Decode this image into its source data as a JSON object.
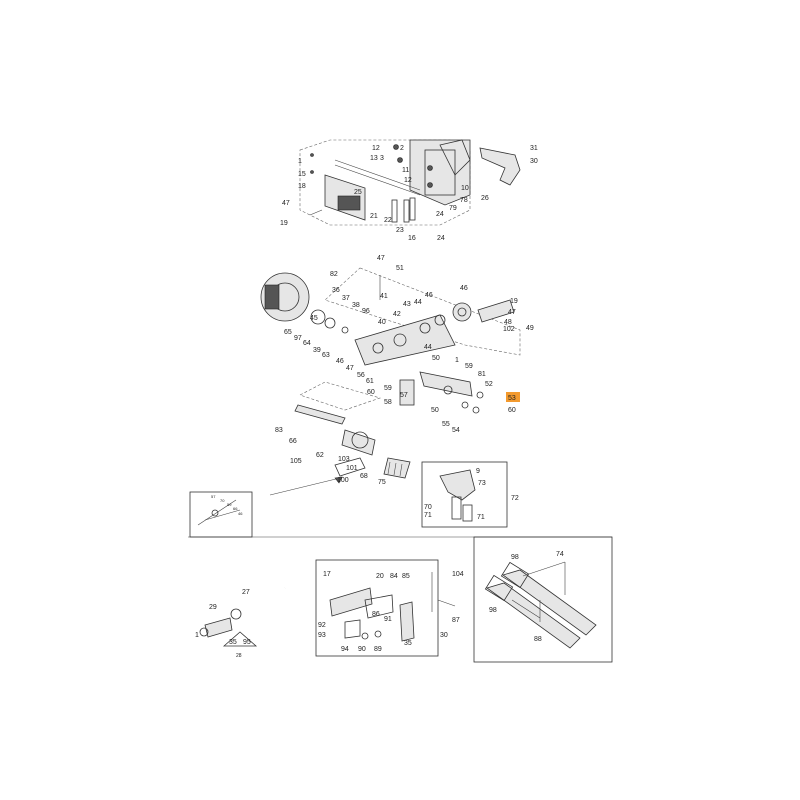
{
  "highlight_color": "#f39a2e",
  "labels": {
    "l1a": "1",
    "l1b": "1",
    "l1c": "1",
    "l2": "2",
    "l3": "3",
    "l9": "9",
    "l10": "10",
    "l11": "11",
    "l12a": "12",
    "l12b": "12",
    "l13": "13",
    "l15": "15",
    "l16": "16",
    "l17": "17",
    "l18": "18",
    "l19a": "19",
    "l19b": "19",
    "l20": "20",
    "l21": "21",
    "l22": "22",
    "l23": "23",
    "l24a": "24",
    "l24b": "24",
    "l25": "25",
    "l26": "26",
    "l27": "27",
    "l29": "29",
    "l30a": "30",
    "l30b": "30",
    "l31": "31",
    "l35a": "35",
    "l35b": "35",
    "l36": "36",
    "l37": "37",
    "l38": "38",
    "l39": "39",
    "l40": "40",
    "l41": "41",
    "l42": "42",
    "l43": "43",
    "l44a": "44",
    "l44b": "44",
    "l45": "45",
    "l46a": "46",
    "l46b": "46",
    "l47a": "47",
    "l47b": "47",
    "l47c": "47",
    "l47d": "47",
    "l48": "48",
    "l49": "49",
    "l50a": "50",
    "l50b": "50",
    "l51": "51",
    "l52": "52",
    "l53": "53",
    "l54": "54",
    "l55": "55",
    "l56": "56",
    "l57": "57",
    "l58": "58",
    "l59a": "59",
    "l59b": "59",
    "l60a": "60",
    "l60b": "60",
    "l61": "61",
    "l62": "62",
    "l63": "63",
    "l64": "64",
    "l65": "65",
    "l66": "66",
    "l68": "68",
    "l70": "70",
    "l71a": "71",
    "l71b": "71",
    "l72": "72",
    "l73": "73",
    "l74": "74",
    "l75": "75",
    "l78": "78",
    "l79": "79",
    "l81": "81",
    "l82": "82",
    "l83": "83",
    "l84": "84",
    "l85": "85",
    "l86": "86",
    "l87": "87",
    "l88": "88",
    "l89": "89",
    "l90": "90",
    "l91": "91",
    "l92": "92",
    "l93": "93",
    "l94": "94",
    "l95": "95",
    "l96": "96",
    "l97": "97",
    "l98a": "98",
    "l98b": "98",
    "l100": "100",
    "l101": "101",
    "l102": "102",
    "l103": "103",
    "l104": "104",
    "l105": "105",
    "l_28": "28",
    "m57": "57",
    "m70": "70",
    "m59": "59",
    "m66": "66",
    "m46": "46"
  }
}
